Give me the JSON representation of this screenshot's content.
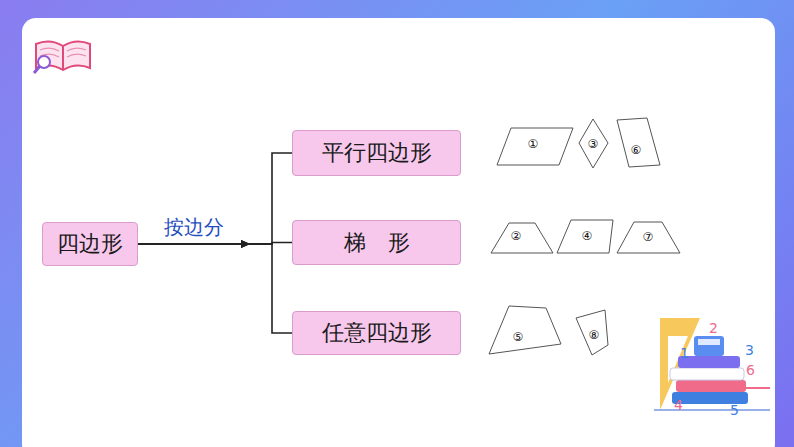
{
  "diagram": {
    "nodes": [
      {
        "text": [
          "四边形"
        ]
      },
      {
        "text": [
          "平行四边形"
        ]
      },
      {
        "text": [
          "①"
        ]
      },
      {
        "text": [
          "③"
        ]
      },
      {
        "text": [
          "⑥"
        ]
      },
      {
        "text": [
          "梯　形"
        ]
      },
      {
        "text": [
          "②"
        ]
      },
      {
        "text": [
          "④"
        ]
      },
      {
        "text": [
          "⑦"
        ]
      },
      {
        "text": [
          "任意四边形"
        ]
      },
      {
        "text": [
          "⑤"
        ]
      },
      {
        "text": [
          "⑧"
        ]
      }
    ],
    "edges": [
      {
        "from": 0,
        "to": 1,
        "arrow": "to"
      },
      {
        "from": 0,
        "to": 5,
        "label": "按边分",
        "arrow": "to"
      },
      {
        "from": 0,
        "to": 9,
        "arrow": "to"
      }
    ],
    "labels": [
      "2",
      "3",
      "1",
      "6",
      "4",
      "5"
    ]
  }
}
